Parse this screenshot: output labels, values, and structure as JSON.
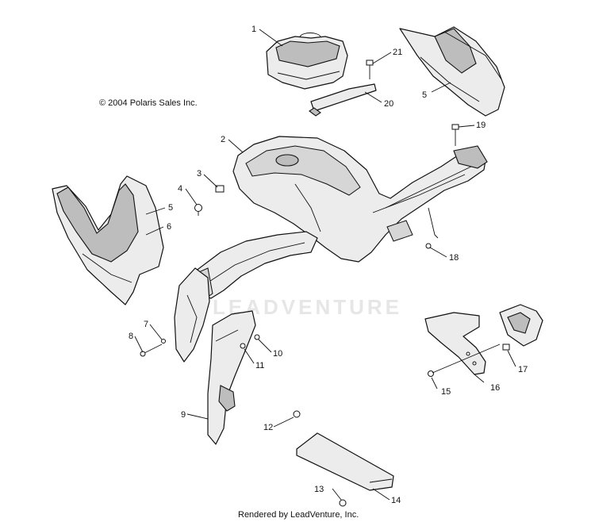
{
  "copyright": "© 2004 Polaris Sales Inc.",
  "rendered_by": "Rendered by LeadVenture, Inc.",
  "watermark": "LEADVENTURE",
  "callouts": {
    "c1": "1",
    "c2": "2",
    "c3": "3",
    "c4": "4",
    "c5a": "5",
    "c5b": "5",
    "c6": "6",
    "c7": "7",
    "c8": "8",
    "c9": "9",
    "c10": "10",
    "c11": "11",
    "c12": "12",
    "c13": "13",
    "c14": "14",
    "c15": "15",
    "c16": "16",
    "c17": "17",
    "c18": "18",
    "c19": "19",
    "c20": "20",
    "c21": "21"
  }
}
